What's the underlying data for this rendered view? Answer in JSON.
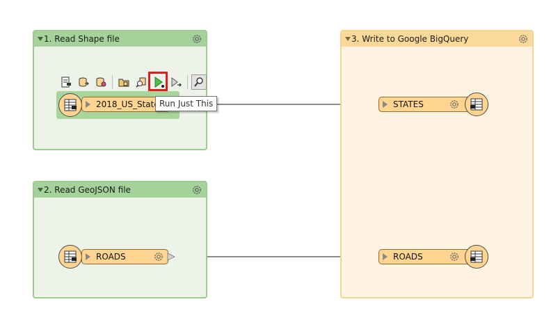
{
  "bookmarks": {
    "read_shape": {
      "title": "1. Read Shape file"
    },
    "read_geojson": {
      "title": "2. Read GeoJSON file"
    },
    "write_bigquery": {
      "title": "3. Write to Google BigQuery"
    }
  },
  "toolbar": {
    "buttons": [
      "parameters-icon",
      "open-dataset-icon",
      "inspect-icon",
      "open-containing-folder-icon",
      "search-icon",
      "run-just-this-icon",
      "run-to-this-icon",
      "zoom-icon"
    ],
    "highlighted": "run-just-this-icon"
  },
  "tooltip": {
    "text": "Run Just This"
  },
  "readers": {
    "shape_port": "2018_US_State",
    "geojson_port": "ROADS"
  },
  "writers": {
    "states_port": "STATES",
    "roads_port": "ROADS"
  },
  "colors": {
    "green_border": "#9ccb8e",
    "green_header": "#a5d29a",
    "green_bg": "#edf3e8",
    "orange_border": "#f6d48f",
    "orange_header": "#fbd998",
    "orange_bg": "#fff4e1",
    "port_fill": "#ffd591",
    "highlight": "#e51a1a"
  }
}
